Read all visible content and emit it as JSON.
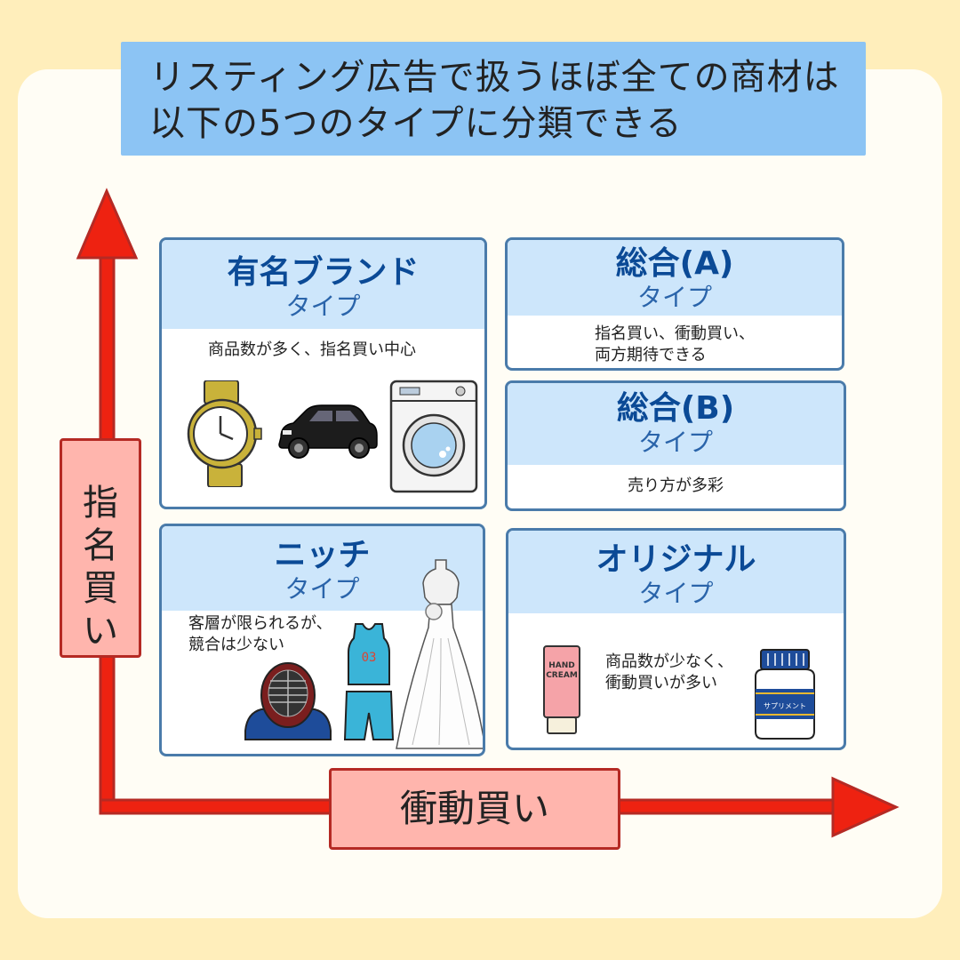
{
  "title": {
    "line1": "リスティング広告で扱うほぼ全ての商材は",
    "line2": "以下の5つのタイプに分類できる"
  },
  "axes": {
    "y_label_chars": [
      "指",
      "名",
      "買",
      "い"
    ],
    "x_label": "衝動買い",
    "arrow_color": "#ee2211",
    "arrow_stroke": "#b52a24"
  },
  "types": {
    "brand": {
      "name": "有名ブランド",
      "type": "タイプ",
      "desc": [
        "商品数が多く、指名買い中心"
      ],
      "illustrations": [
        "watch-icon",
        "car-icon",
        "washing-machine-icon"
      ]
    },
    "general_a": {
      "name": "総合(A)",
      "type": "タイプ",
      "desc": [
        "指名買い、衝動買い、",
        "両方期待できる"
      ]
    },
    "general_b": {
      "name": "総合(B)",
      "type": "タイプ",
      "desc": [
        "売り方が多彩"
      ]
    },
    "niche": {
      "name": "ニッチ",
      "type": "タイプ",
      "desc": [
        "客層が限られるが、",
        "競合は少ない"
      ],
      "illustrations": [
        "kendo-mask-icon",
        "basketball-uniform-icon",
        "wedding-dress-icon"
      ],
      "jersey_number": "03"
    },
    "original": {
      "name": "オリジナル",
      "type": "タイプ",
      "desc": [
        "商品数が少なく、",
        "衝動買いが多い"
      ],
      "illustrations": [
        "hand-cream-icon",
        "supplement-bottle-icon"
      ],
      "hand_cream_label": [
        "HAND",
        "CREAM"
      ],
      "supplement_label": "サプリメント"
    }
  },
  "colors": {
    "background": "#ffeebb",
    "title_bg": "#8cc4f4",
    "box_border": "#4a7baa",
    "box_head_bg": "#cde6fb",
    "type_name": "#0b4a96",
    "axis_label_bg": "#ffb5ad"
  }
}
